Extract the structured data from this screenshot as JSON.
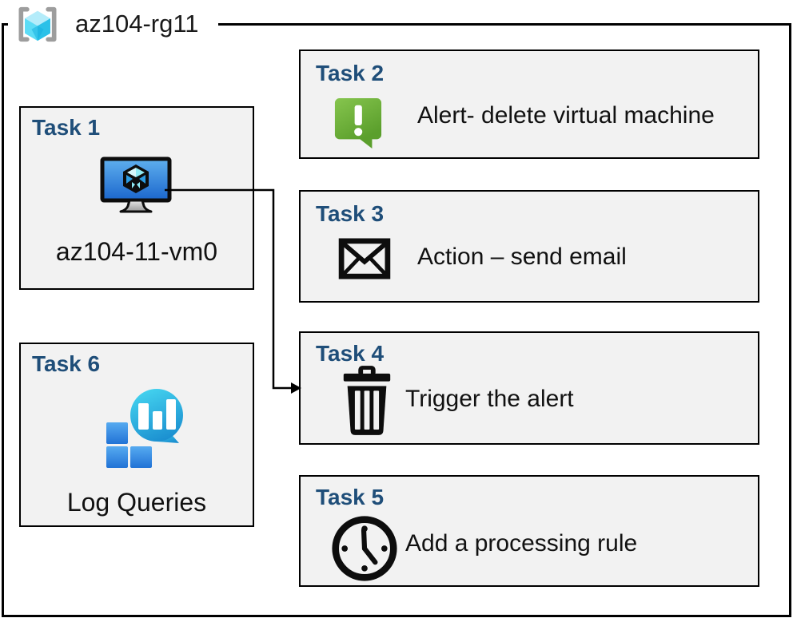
{
  "header": {
    "title": "az104-rg11",
    "icon": "resource-group-icon"
  },
  "tasks": [
    {
      "id": "task1",
      "heading": "Task 1",
      "label": "az104-11-vm0",
      "icon": "virtual-machine-icon"
    },
    {
      "id": "task2",
      "heading": "Task 2",
      "label": "Alert- delete virtual machine",
      "icon": "alert-icon"
    },
    {
      "id": "task3",
      "heading": "Task 3",
      "label": "Action – send email",
      "icon": "email-icon"
    },
    {
      "id": "task4",
      "heading": "Task 4",
      "label": "Trigger the alert",
      "icon": "trash-icon"
    },
    {
      "id": "task5",
      "heading": "Task 5",
      "label": "Add a processing rule",
      "icon": "clock-icon"
    },
    {
      "id": "task6",
      "heading": "Task 6",
      "label": "Log Queries",
      "icon": "log-queries-icon"
    }
  ],
  "connector": {
    "from": "task1-virtual-machine",
    "to": "task4",
    "style": "elbow-arrow"
  },
  "colors": {
    "heading_blue": "#1f4e79",
    "box_fill": "#f2f2f2",
    "box_border": "#000000",
    "alert_green": "#6fb43c",
    "vm_screen_blue": "#2e86e0",
    "log_bubble_teal": "#2fc0e4",
    "log_square_blue": "#2f86e0",
    "rg_cube_cyan": "#50dcf4",
    "bracket_gray": "#9d9d9d"
  }
}
